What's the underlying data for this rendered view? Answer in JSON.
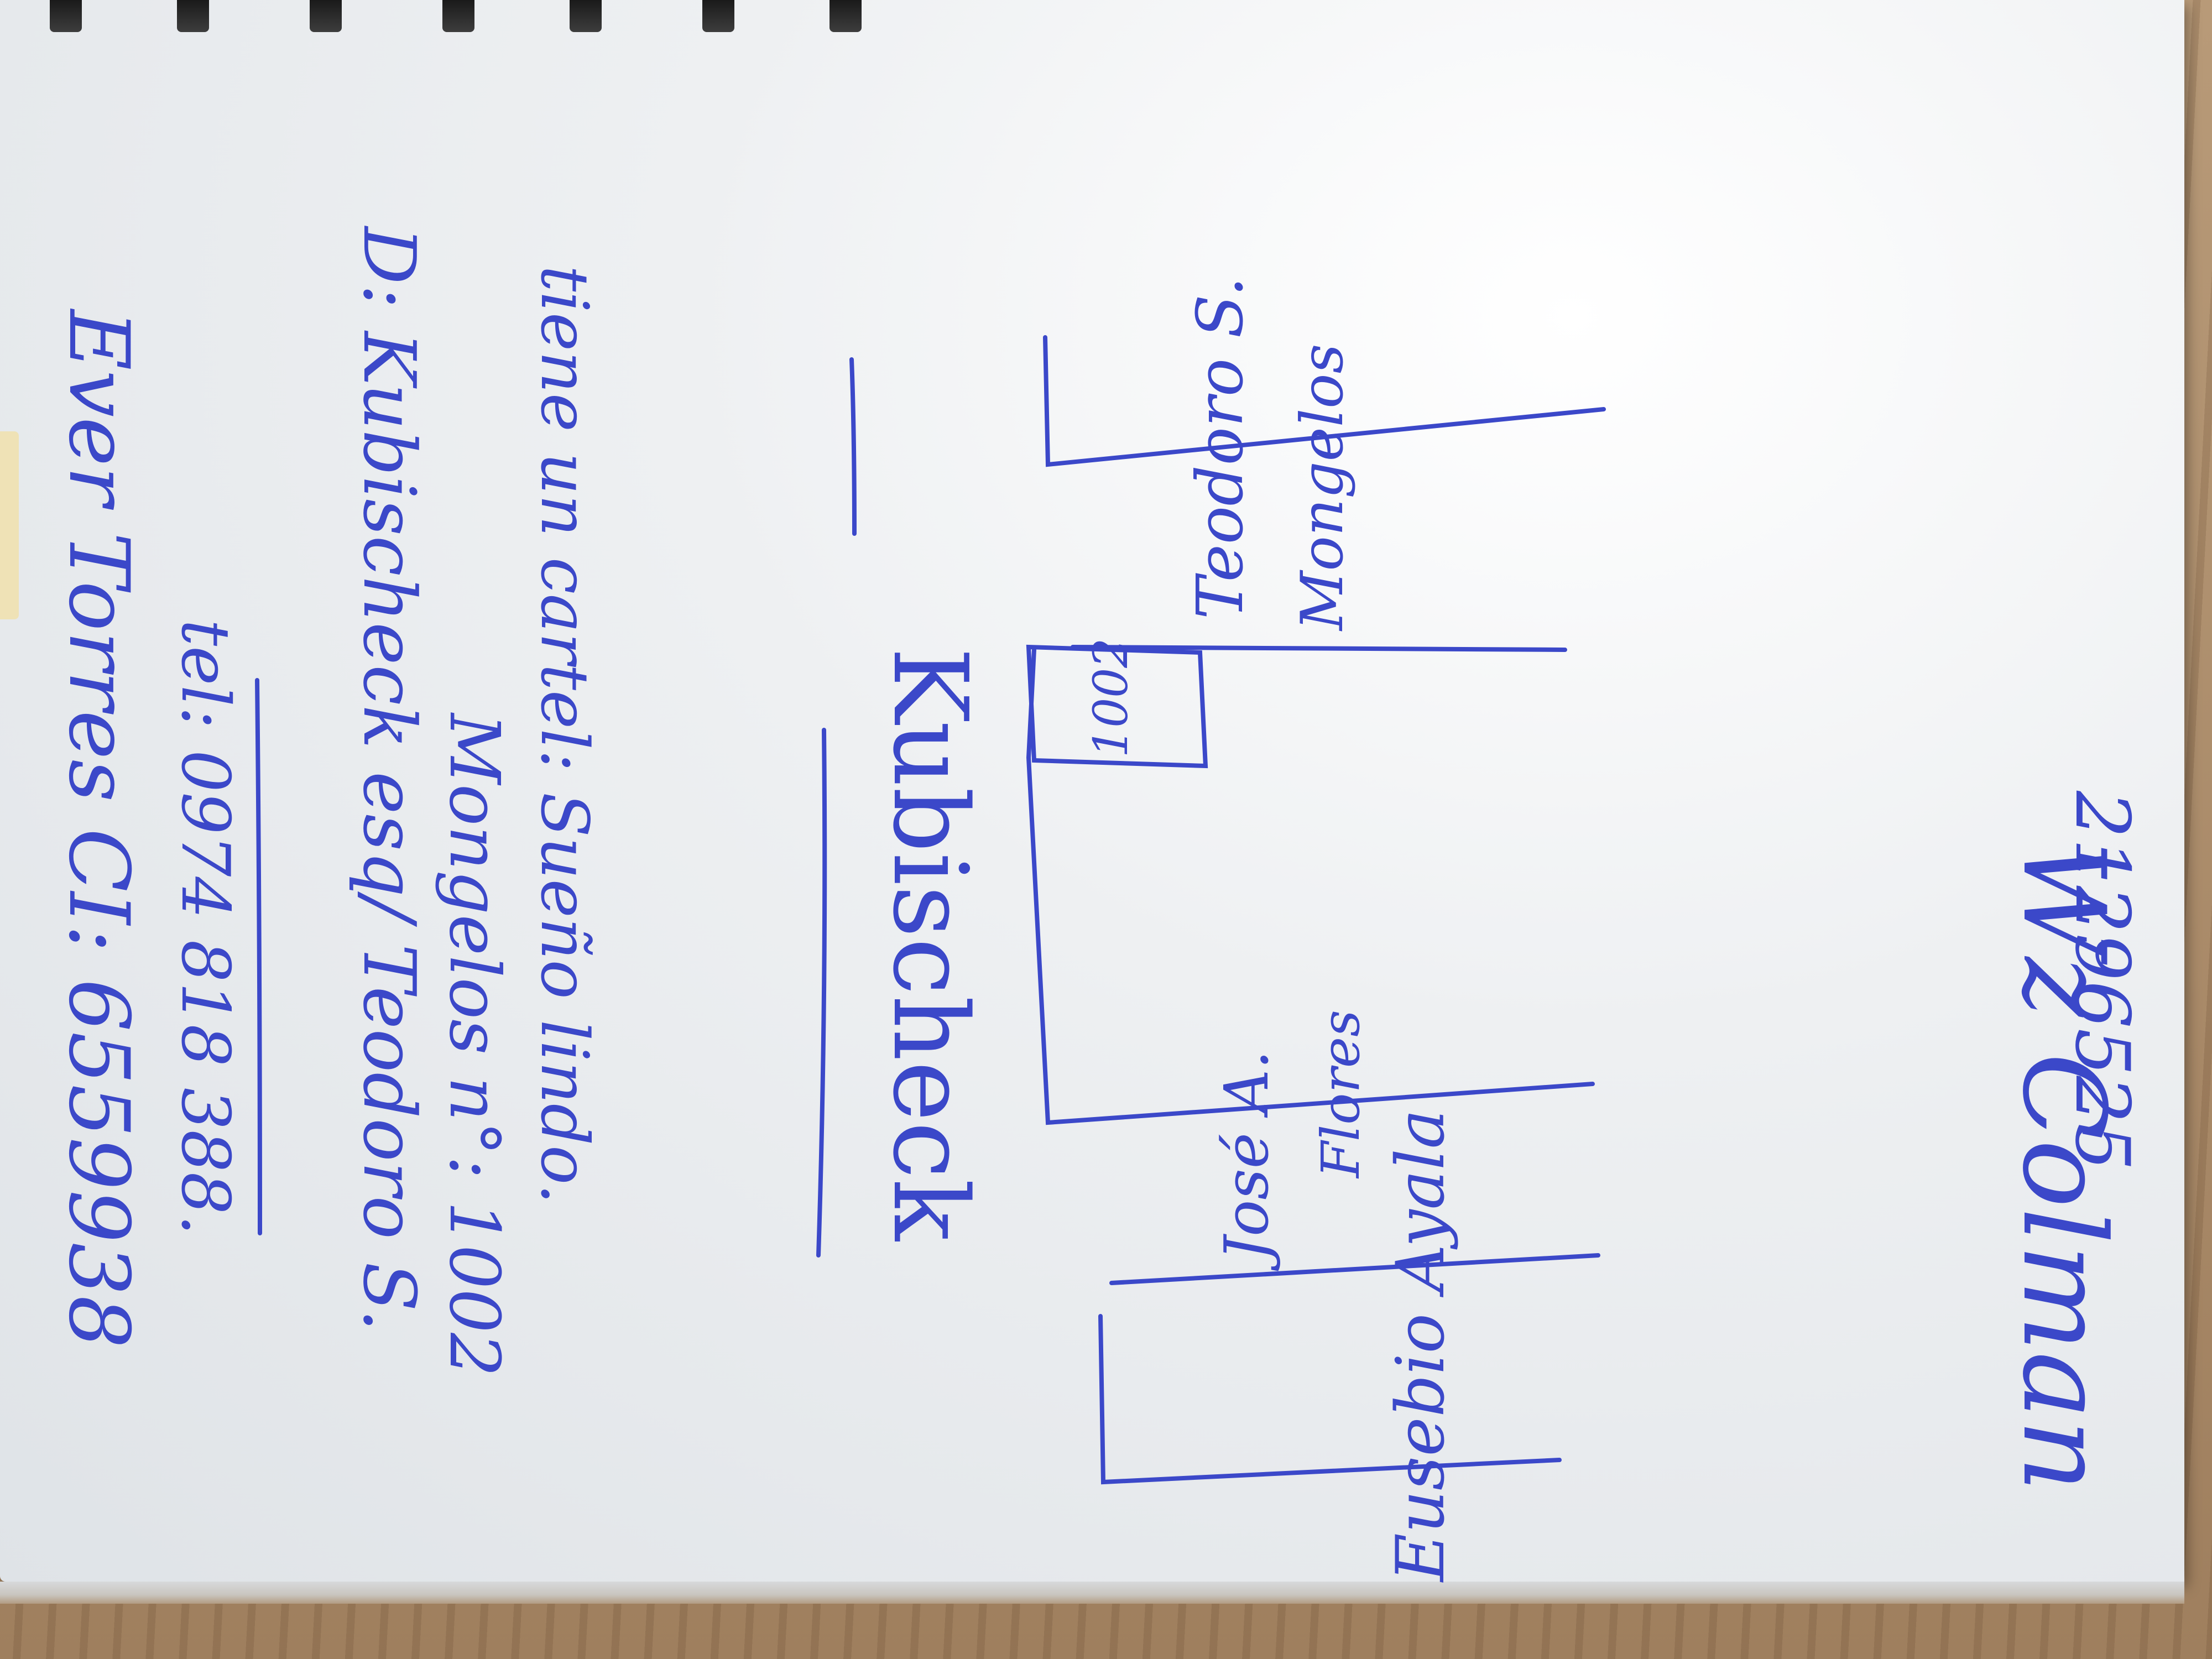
{
  "notebook": {
    "line1": "Ever Torres CI: 6559938",
    "line2": "tel: 0974 818 388.",
    "line3": "D: Kubischeck esq/ Teodoro S.",
    "line4": "Mongelos n°: 1002",
    "line5": "tiene un cartel: Sueño lindo.",
    "street_main": "Kubischeck",
    "street_teodoro_1": "Teodoro S.",
    "street_teodoro_2": "Mongelos",
    "street_jose_1": "José A.",
    "street_jose_2": "Flores",
    "street_bottom": "Eusebio Ayala",
    "house_number": "1002",
    "contact_name": "Wz Colman",
    "contact_phone": "21296525",
    "ink_color": "#3b48c9"
  }
}
